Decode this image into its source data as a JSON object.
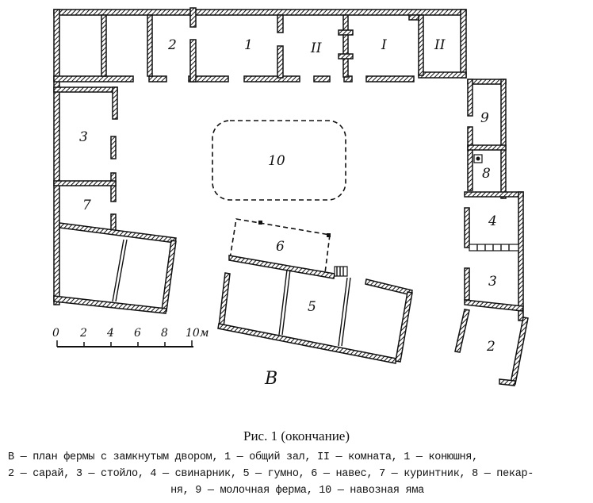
{
  "figure": {
    "rooms": {
      "n1": "1",
      "n2": "2",
      "nII_a": "II",
      "nI": "I",
      "nII_b": "II",
      "n3": "3",
      "n7": "7",
      "n10": "10",
      "n6": "6",
      "n5": "5",
      "n9": "9",
      "n8": "8",
      "n4": "4",
      "n3b": "3",
      "n2b": "2"
    },
    "plan_letter": "В",
    "scale": {
      "ticks": [
        "0",
        "2",
        "4",
        "6",
        "8",
        "10м"
      ]
    }
  },
  "caption": {
    "title": "Рис. 1 (окончание)",
    "line1": "В — план фермы с замкнутым двором, 1 — общий зал, II — комната, 1 — конюшня,",
    "line2": "2 — сарай, 3 — стойло, 4 — свинарник, 5 — гумно, 6 — навес, 7 — куринтник, 8 — пекар-",
    "line3": "ня, 9 — молочная ферма, 10 — навозная яма"
  },
  "colors": {
    "ink": "#111111",
    "paper": "#ffffff"
  }
}
